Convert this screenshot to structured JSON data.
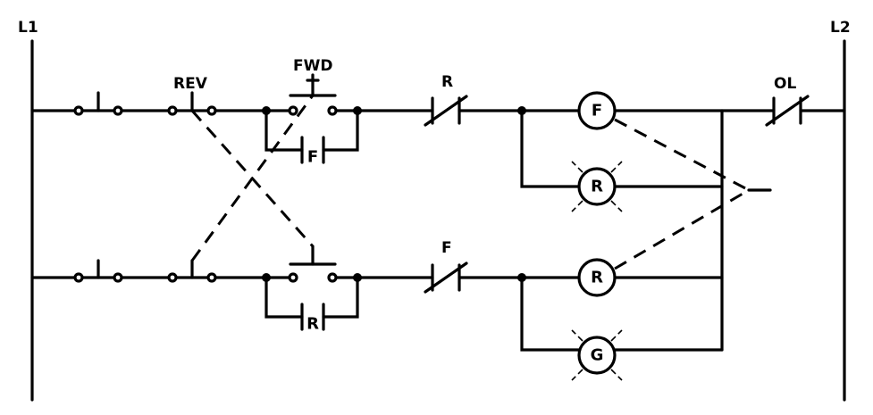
{
  "rails": {
    "left_label": "L1",
    "right_label": "L2"
  },
  "pushbuttons": {
    "rev_label": "REV",
    "fwd_label": "FWD"
  },
  "contacts": {
    "top_seal_label": "F",
    "bottom_seal_label": "R",
    "top_interlock_label": "R",
    "bottom_interlock_label": "F",
    "overload_label": "OL"
  },
  "coils": {
    "forward": "F",
    "reverse_lamp": "R",
    "reverse": "R",
    "green_lamp": "G"
  },
  "colors": {
    "ink": "#000000",
    "background": "#ffffff"
  }
}
